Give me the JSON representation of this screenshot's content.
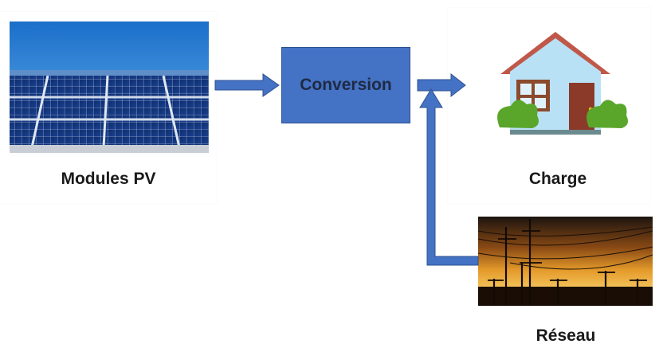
{
  "blocks": {
    "pv": {
      "label": "Modules PV",
      "icon": "solar-panel-icon"
    },
    "conversion": {
      "label": "Conversion"
    },
    "charge": {
      "label": "Charge",
      "icon": "house-icon"
    },
    "reseau": {
      "label": "Réseau",
      "icon": "power-lines-icon"
    }
  },
  "colors": {
    "arrow": "#4472c4",
    "box": "#4472c4",
    "box_border": "#2f528f",
    "text": "#1a1a1a"
  }
}
